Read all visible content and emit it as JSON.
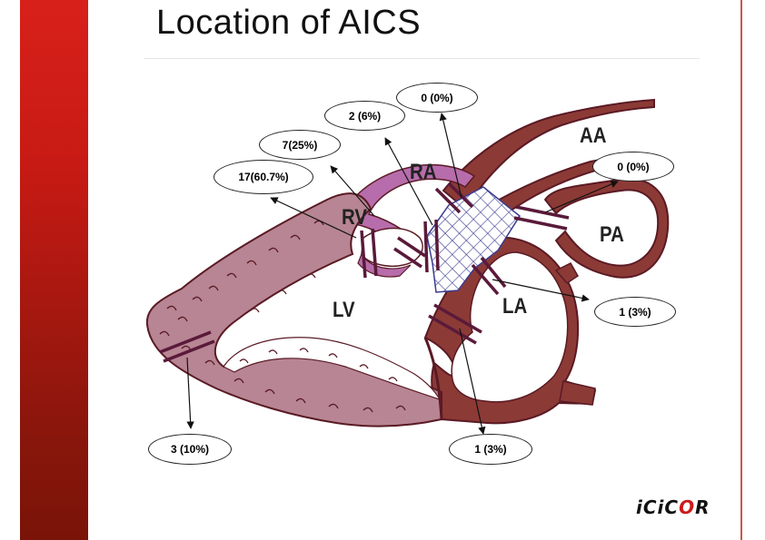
{
  "slide": {
    "title": "Location of AICS",
    "logo": {
      "text_before": "iCiC",
      "text_o": "O",
      "text_after": "R"
    }
  },
  "colors": {
    "ventricle": "#b78593",
    "atrium_dark": "#8c3a36",
    "outline": "#5a1a24",
    "mesh": "#3a3a90",
    "bar": "#5a1a3a",
    "ra_magenta": "#b76dab",
    "accent_red": "#cc1a1a"
  },
  "labels": {
    "ra": "RA",
    "rv": "RV",
    "lv": "LV",
    "la": "LA",
    "aa": "AA",
    "pa": "PA"
  },
  "callouts": [
    {
      "id": "rv-apex",
      "text": "17(60.7%)"
    },
    {
      "id": "rv-outflow",
      "text": "7(25%)"
    },
    {
      "id": "ra",
      "text": "2 (6%)"
    },
    {
      "id": "aorta-root",
      "text": "0 (0%)"
    },
    {
      "id": "pulmonary-artery",
      "text": "0 (0%)"
    },
    {
      "id": "left-atrium",
      "text": "1 (3%)"
    },
    {
      "id": "lv-apex",
      "text": "3 (10%)"
    },
    {
      "id": "mitral",
      "text": "1 (3%)"
    }
  ]
}
